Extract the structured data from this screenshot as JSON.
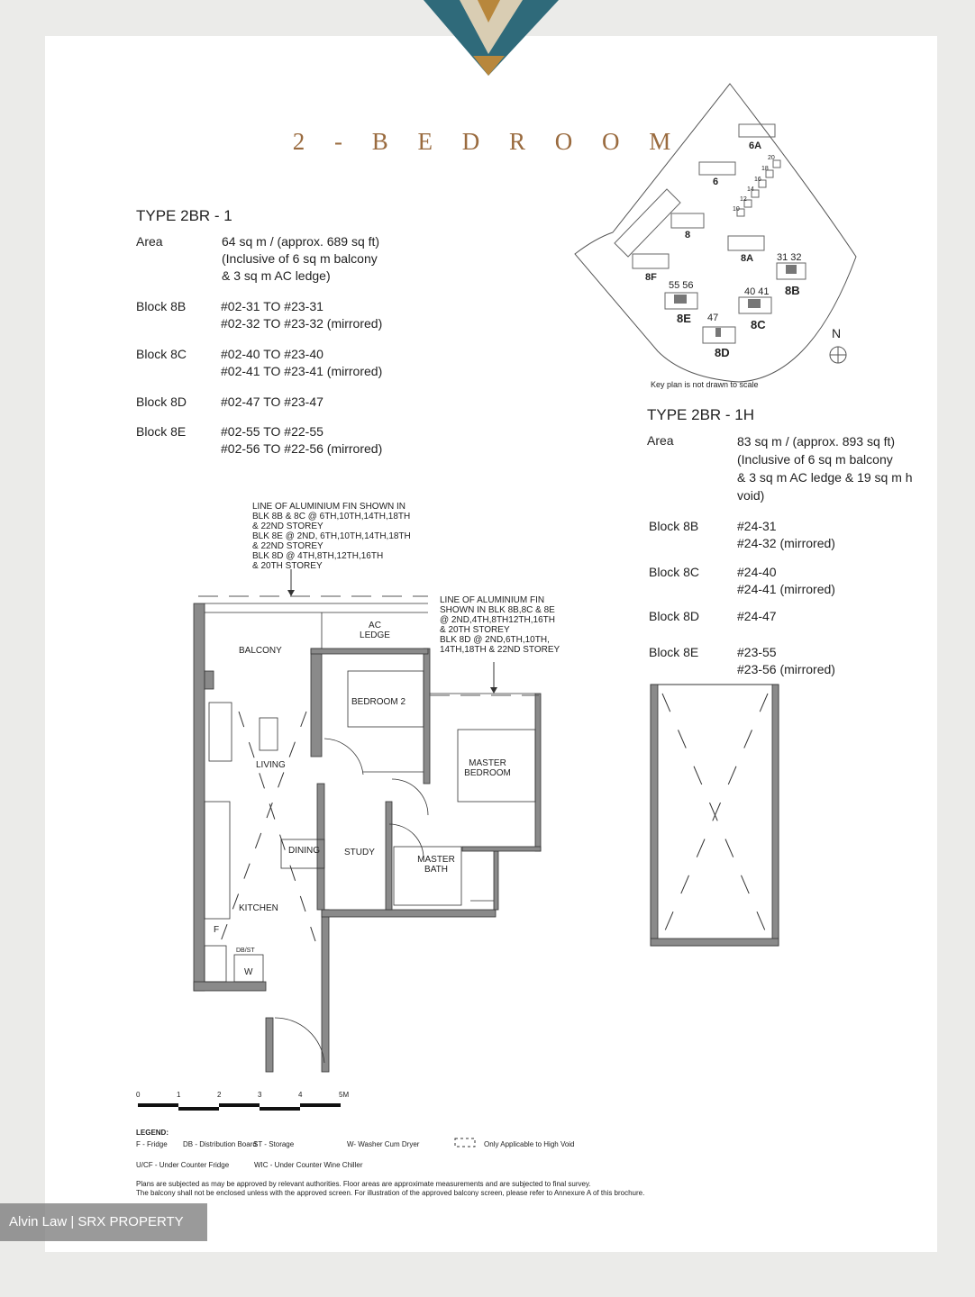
{
  "title": "2 - B E D R O O M",
  "type1": {
    "heading": "TYPE 2BR - 1",
    "area_label": "Area",
    "area_lines": [
      "64 sq m / (approx. 689 sq ft)",
      "(Inclusive of 6 sq m balcony",
      "& 3 sq m AC ledge)"
    ],
    "blocks": [
      {
        "name": "Block 8B",
        "units": [
          "#02-31 TO #23-31",
          "#02-32 TO #23-32 (mirrored)"
        ]
      },
      {
        "name": "Block 8C",
        "units": [
          "#02-40 TO #23-40",
          "#02-41 TO #23-41 (mirrored)"
        ]
      },
      {
        "name": "Block 8D",
        "units": [
          "#02-47 TO #23-47"
        ]
      },
      {
        "name": "Block 8E",
        "units": [
          "#02-55 TO #22-55",
          "#02-56 TO #22-56 (mirrored)"
        ]
      }
    ]
  },
  "type2": {
    "heading": "TYPE 2BR - 1H",
    "area_label": "Area",
    "area_lines": [
      "83 sq m / (approx. 893 sq ft)",
      "(Inclusive of 6 sq m balcony",
      "& 3 sq m AC ledge & 19 sq m h",
      "void)"
    ],
    "blocks": [
      {
        "name": "Block 8B",
        "units": [
          "#24-31",
          "#24-32 (mirrored)"
        ]
      },
      {
        "name": "Block 8C",
        "units": [
          "#24-40",
          "#24-41  (mirrored)"
        ]
      },
      {
        "name": "Block 8D",
        "units": [
          "#24-47"
        ]
      },
      {
        "name": "Block 8E",
        "units": [
          "#23-55",
          "#23-56  (mirrored)"
        ]
      }
    ]
  },
  "keyplan": {
    "blocks": [
      "6A",
      "6",
      "8",
      "8A",
      "8F",
      "8B",
      "8E",
      "8C",
      "8D"
    ],
    "unit_marks": [
      "31 32",
      "55 56",
      "40 41",
      "47"
    ],
    "terrace_numbers": [
      "20",
      "18",
      "16",
      "14",
      "12",
      "10"
    ],
    "north": "N",
    "note": "Key plan is not drawn to scale"
  },
  "plan": {
    "note1": [
      "LINE OF ALUMINIUM FIN SHOWN IN",
      "BLK 8B & 8C @ 6TH,10TH,14TH,18TH",
      "& 22ND STOREY",
      "BLK 8E @ 2ND, 6TH,10TH,14TH,18TH",
      "& 22ND STOREY",
      "BLK 8D @ 4TH,8TH,12TH,16TH",
      "& 20TH STOREY"
    ],
    "note2": [
      "LINE OF ALUMINIUM FIN",
      "SHOWN IN BLK 8B,8C & 8E",
      "@ 2ND,4TH,8TH12TH,16TH",
      "& 20TH STOREY",
      "BLK 8D @  2ND,6TH,10TH,",
      "14TH,18TH & 22ND STOREY"
    ],
    "rooms": {
      "balcony": "BALCONY",
      "ac_ledge": "AC LEDGE",
      "bedroom2": "BEDROOM 2",
      "living": "LIVING",
      "master_bedroom": "MASTER BEDROOM",
      "dining": "DINING",
      "study": "STUDY",
      "master_bath": "MASTER BATH",
      "kitchen": "KITCHEN",
      "fridge": "F",
      "dbst": "DB/ST",
      "washer": "W"
    }
  },
  "scale": {
    "ticks": [
      "0",
      "1",
      "2",
      "3",
      "4",
      "5M"
    ]
  },
  "legend": {
    "heading": "LEGEND:",
    "items": [
      "F - Fridge",
      "DB - Distribution Board",
      "ST - Storage",
      "W- Washer Cum Dryer",
      "Only Applicable to High Void",
      "U/CF - Under Counter Fridge",
      "WIC - Under Counter Wine Chiller"
    ],
    "disclaimer": [
      "Plans are subjected as may be approved by relevant authorities. Floor areas are approximate measurements and are subjected to final survey.",
      "The balcony shall not be enclosed unless with the approved screen. For illustration of the approved balcony screen, please refer to Annexure A of this brochure."
    ]
  },
  "watermark": "Alvin Law | SRX PROPERTY",
  "colors": {
    "title": "#9a6b3f",
    "wall": "#8a8a8a",
    "background": "#ebebe9"
  }
}
